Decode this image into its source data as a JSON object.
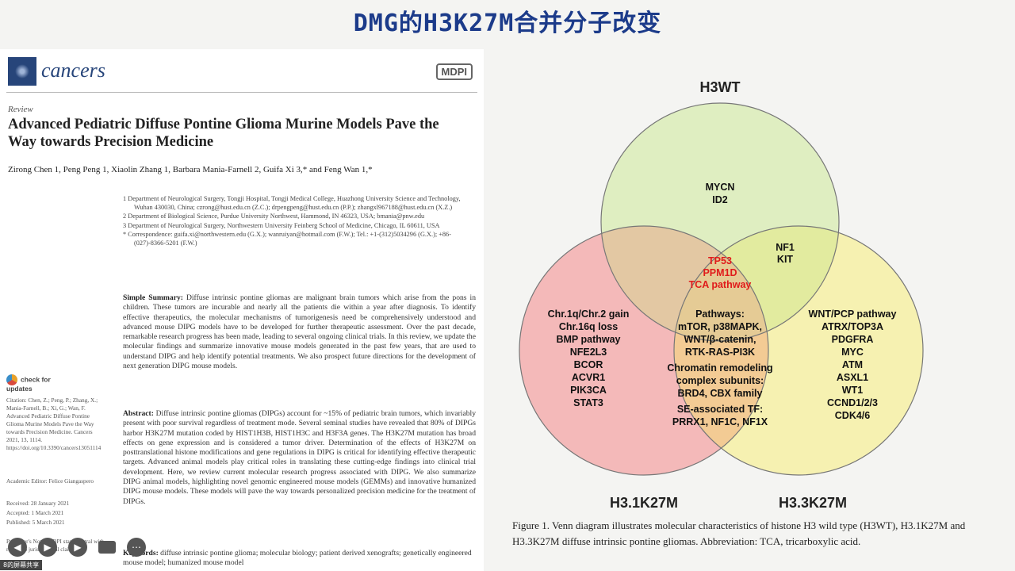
{
  "slide": {
    "title": "DMG的H3K27M合并分子改变"
  },
  "paper": {
    "journal": "cancers",
    "publisher": "MDPI",
    "article_type": "Review",
    "title": "Advanced Pediatric Diffuse Pontine Glioma Murine Models Pave the Way towards Precision Medicine",
    "authors": "Zirong Chen 1, Peng Peng 1, Xiaolin Zhang 1, Barbara Mania-Farnell 2, Guifa Xi 3,* and Feng Wan 1,*",
    "affiliations": [
      "1   Department of Neurological Surgery, Tongji Hospital, Tongji Medical College, Huazhong University Science and Technology, Wuhan 430030, China; czrong@hust.edu.cn (Z.C.); drpengpeng@hust.edu.cn (P.P.); zhangxl967188@hust.edu.cn (X.Z.)",
      "2   Department of Biological Science, Purdue University Northwest, Hammond, IN 46323, USA; bmania@pnw.edu",
      "3   Department of Neurological Surgery, Northwestern University Feinberg School of Medicine, Chicago, IL 60611, USA",
      "*   Correspondence: guifa.xi@northwestern.edu (G.X.); wanruiyan@hotmail.com (F.W.); Tel.: +1-(312)5034296 (G.X.); +86-(027)-8366-5201 (F.W.)"
    ],
    "summary_label": "Simple Summary:",
    "summary_text": "Diffuse intrinsic pontine gliomas are malignant brain tumors which arise from the pons in children. These tumors are incurable and nearly all the patients die within a year after diagnosis. To identify effective therapeutics, the molecular mechanisms of tumorigenesis need be comprehensively understood and advanced mouse DIPG models have to be developed for further therapeutic assessment. Over the past decade, remarkable research progress has been made, leading to several ongoing clinical trials. In this review, we update the molecular findings and summarize innovative mouse models generated in the past few years, that are used to understand DIPG and help identify potential treatments. We also prospect future directions for the development of next generation DIPG mouse models.",
    "abstract_label": "Abstract:",
    "abstract_text": "Diffuse intrinsic pontine gliomas (DIPGs) account for ~15% of pediatric brain tumors, which invariably present with poor survival regardless of treatment mode. Several seminal studies have revealed that 80% of DIPGs harbor H3K27M mutation coded by HIST1H3B, HIST1H3C and H3F3A genes. The H3K27M mutation has broad effects on gene expression and is considered a tumor driver. Determination of the effects of H3K27M on posttranslational histone modifications and gene regulations in DIPG is critical for identifying effective therapeutic targets. Advanced animal models play critical roles in translating these cutting-edge findings into clinical trial development. Here, we review current molecular research progress associated with DIPG. We also summarize DIPG animal models, highlighting novel genomic engineered mouse models (GEMMs) and innovative humanized DIPG mouse models. These models will pave the way towards personalized precision medicine for the treatment of DIPGs.",
    "keywords_label": "Keywords:",
    "keywords_text": "diffuse intrinsic pontine glioma; molecular biology; patient derived xenografts; genetically engineered mouse model; humanized mouse model",
    "check_updates": "check for updates",
    "citation": "Citation: Chen, Z.; Peng, P.; Zhang, X.; Mania-Farnell, B.; Xi, G.; Wan, F. Advanced Pediatric Diffuse Pontine Glioma Murine Models Pave the Way towards Precision Medicine. Cancers 2021, 13, 1114. https://doi.org/10.3390/cancers13051114",
    "editor": "Academic Editor: Felice Giangaspero",
    "received": "Received: 28 January 2021",
    "accepted": "Accepted: 1 March 2021",
    "published": "Published: 5 March 2021",
    "publisher_note": "Publisher's Note: MDPI stays neutral with regard to jurisdictional claims in",
    "viewer_label": "8的屏幕共享"
  },
  "venn": {
    "label_top": "H3WT",
    "label_left": "H3.1K27M",
    "label_right": "H3.3K27M",
    "top_only": [
      "MYCN",
      "ID2"
    ],
    "top_right": [
      "NF1",
      "KIT"
    ],
    "center_red": [
      "TP53",
      "PPM1D",
      "TCA pathway"
    ],
    "left_only": [
      "Chr.1q/Chr.2 gain",
      "Chr.16q loss",
      "BMP pathway",
      "NFE2L3",
      "BCOR",
      "ACVR1",
      "PIK3CA",
      "STAT3"
    ],
    "right_only": [
      "WNT/PCP pathway",
      "ATRX/TOP3A",
      "PDGFRA",
      "MYC",
      "ATM",
      "ASXL1",
      "WT1",
      "CCND1/2/3",
      "CDK4/6"
    ],
    "left_right": [
      "Pathways:",
      "mTOR, p38MAPK,",
      "WNT/β-catenin,",
      "RTK-RAS-PI3K",
      "Chromatin remodeling",
      "complex subunits:",
      "BRD4, CBX family",
      "SE-associated TF:",
      "PRRX1, NF1C, NF1X"
    ],
    "colors": {
      "top": "#d9ecb4",
      "left": "#f4b9b9",
      "right": "#f6f0a6",
      "red": "#e01b1b"
    }
  },
  "caption": "Figure 1. Venn diagram illustrates molecular characteristics of histone H3 wild type (H3WT), H3.1K27M and H3.3K27M diffuse intrinsic pontine gliomas. Abbreviation: TCA, tricarboxylic acid."
}
